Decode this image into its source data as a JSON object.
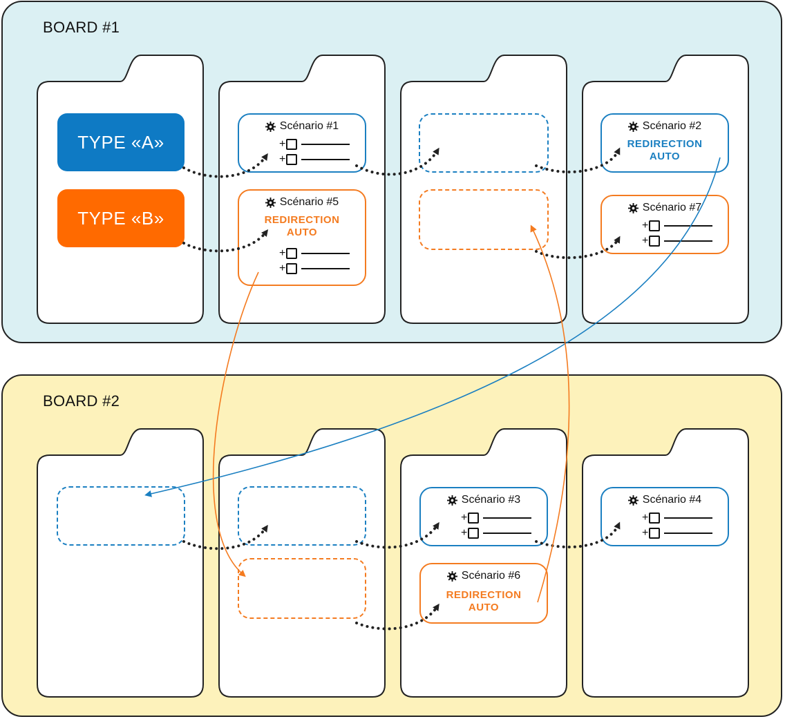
{
  "boards": [
    {
      "title": "BOARD #1",
      "color": "#dbf0f3"
    },
    {
      "title": "BOARD #2",
      "color": "#fdf2bb"
    }
  ],
  "types": {
    "a": {
      "label": "TYPE «A»",
      "color": "#0e7ac4"
    },
    "b": {
      "label": "TYPE «B»",
      "color": "#ff6a00"
    }
  },
  "colors": {
    "blue": "#1a7fc1",
    "orange": "#f47b20",
    "connector": "#222222"
  },
  "scenarios": {
    "s1": {
      "label": "Scénario #1"
    },
    "s2": {
      "label": "Scénario #2",
      "redirect": [
        "REDIRECTION",
        "AUTO"
      ]
    },
    "s3": {
      "label": "Scénario #3"
    },
    "s4": {
      "label": "Scénario #4"
    },
    "s5": {
      "label": "Scénario #5",
      "redirect": [
        "REDIRECTION",
        "AUTO"
      ]
    },
    "s6": {
      "label": "Scénario #6",
      "redirect": [
        "REDIRECTION",
        "AUTO"
      ]
    },
    "s7": {
      "label": "Scénario #7"
    }
  },
  "row_prefix": "+",
  "icons": {
    "scenario": "gear-icon",
    "step": "checkbox-icon"
  }
}
